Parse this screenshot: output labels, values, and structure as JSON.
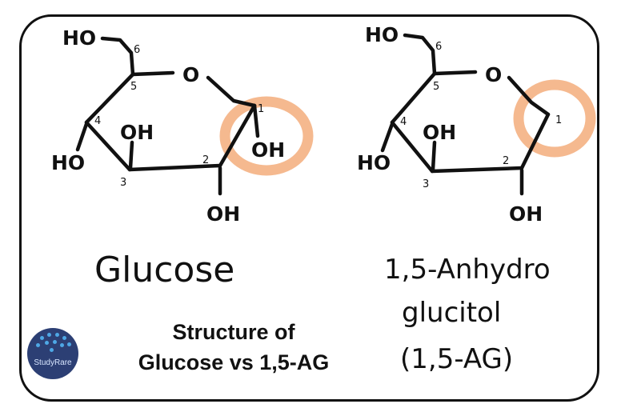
{
  "glucose": {
    "name": "Glucose",
    "groups": {
      "ho_top": "HO",
      "ring_o": "O",
      "oh_c1": "OH",
      "oh_c3": "OH",
      "oh_c2": "OH",
      "ho_c4": "HO"
    },
    "carbons": {
      "c1": "1",
      "c2": "2",
      "c3": "3",
      "c4": "4",
      "c5": "5",
      "c6": "6"
    }
  },
  "anhydro": {
    "name_line1": "1,5-Anhydro",
    "name_line2": "glucitol",
    "name_line3": "(1,5-AG)",
    "groups": {
      "ho_top": "HO",
      "ring_o": "O",
      "oh_c3": "OH",
      "oh_c2": "OH",
      "ho_c4": "HO"
    },
    "carbons": {
      "c1": "1",
      "c2": "2",
      "c3": "3",
      "c4": "4",
      "c5": "5",
      "c6": "6"
    }
  },
  "caption": {
    "line1": "Structure of",
    "line2": "Glucose vs 1,5-AG"
  },
  "logo": {
    "text": "StudyRare"
  },
  "colors": {
    "highlight": "#f4b183",
    "ink": "#111111",
    "logo_bg": "#2c3f74",
    "logo_dots": "#4ea8e6"
  }
}
